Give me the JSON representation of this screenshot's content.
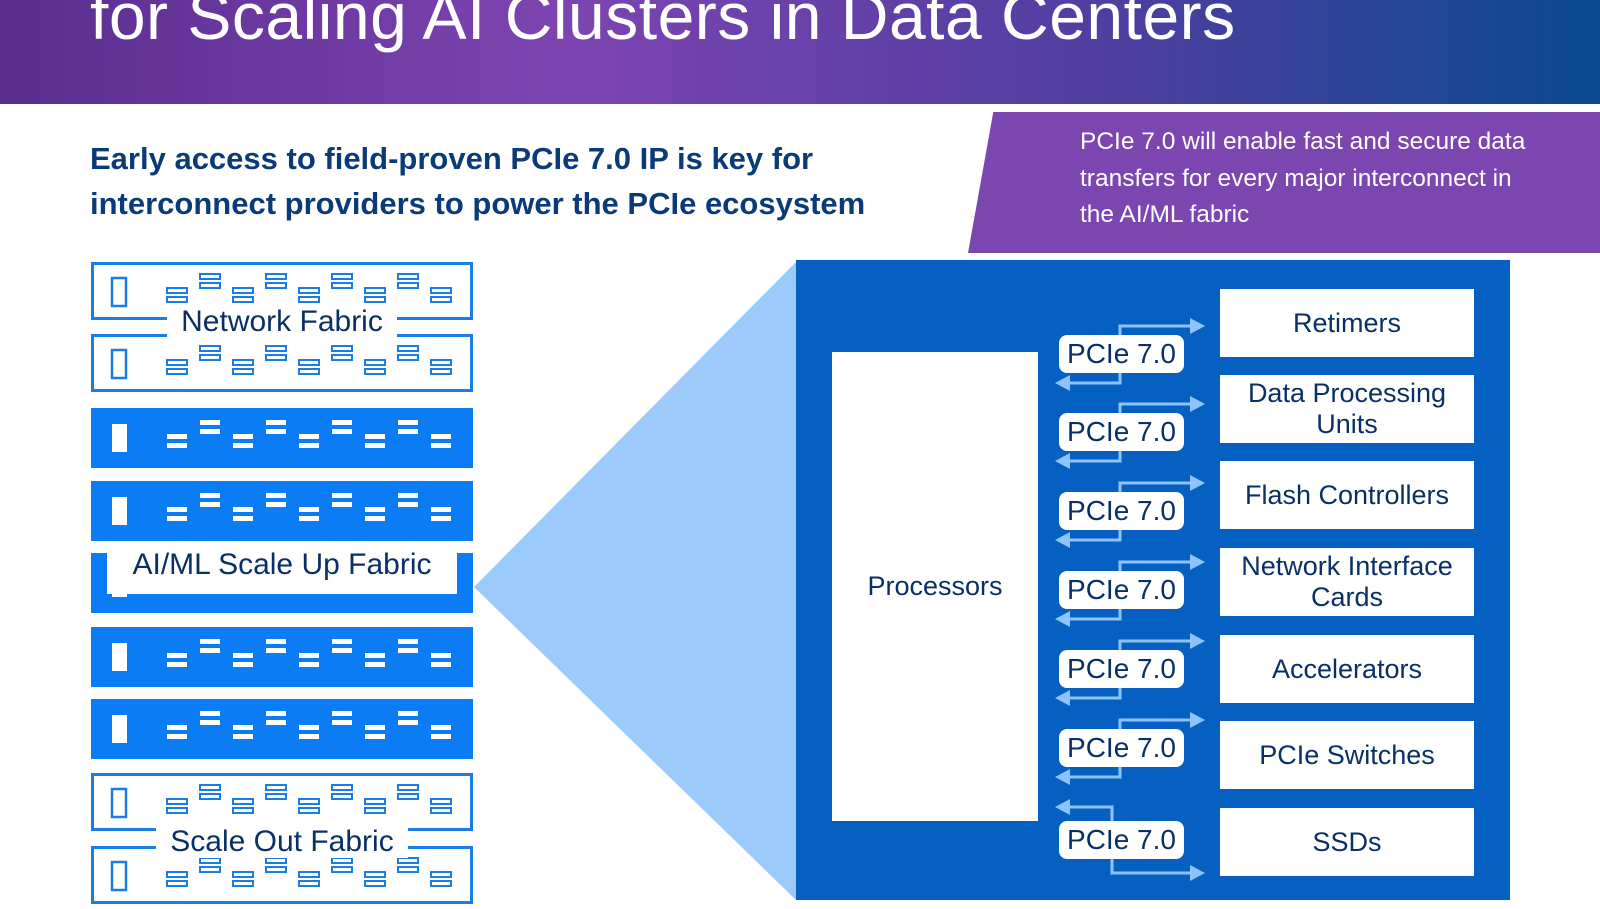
{
  "header": {
    "title": "for Scaling AI Clusters in Data Centers"
  },
  "subtitle": "Early access to field-proven PCIe 7.0 IP is key for interconnect providers to power the PCIe ecosystem",
  "callout": {
    "text": "PCIe 7.0 will enable fast and secure data transfers for every major interconnect in the AI/ML fabric"
  },
  "fabrics": {
    "network": "Network Fabric",
    "scale_up": "AI/ML Scale Up Fabric",
    "scale_out": "Scale Out Fabric"
  },
  "panel": {
    "processors": "Processors",
    "links": [
      {
        "label": "PCIe 7.0",
        "device": "Retimers"
      },
      {
        "label": "PCIe 7.0",
        "device": "Data Processing Units"
      },
      {
        "label": "PCIe 7.0",
        "device": "Flash Controllers"
      },
      {
        "label": "PCIe 7.0",
        "device": "Network Interface Cards"
      },
      {
        "label": "PCIe 7.0",
        "device": "Accelerators"
      },
      {
        "label": "PCIe 7.0",
        "device": "PCIe Switches"
      },
      {
        "label": "PCIe 7.0",
        "device": "SSDs"
      }
    ]
  },
  "colors": {
    "header_purple": "#7d44b0",
    "header_blue": "#0a4a8e",
    "rack_blue": "#0b7cf4",
    "panel_blue": "#0560c2",
    "funnel_blue": "#9ccbfb",
    "text_navy": "#0a2f66"
  }
}
